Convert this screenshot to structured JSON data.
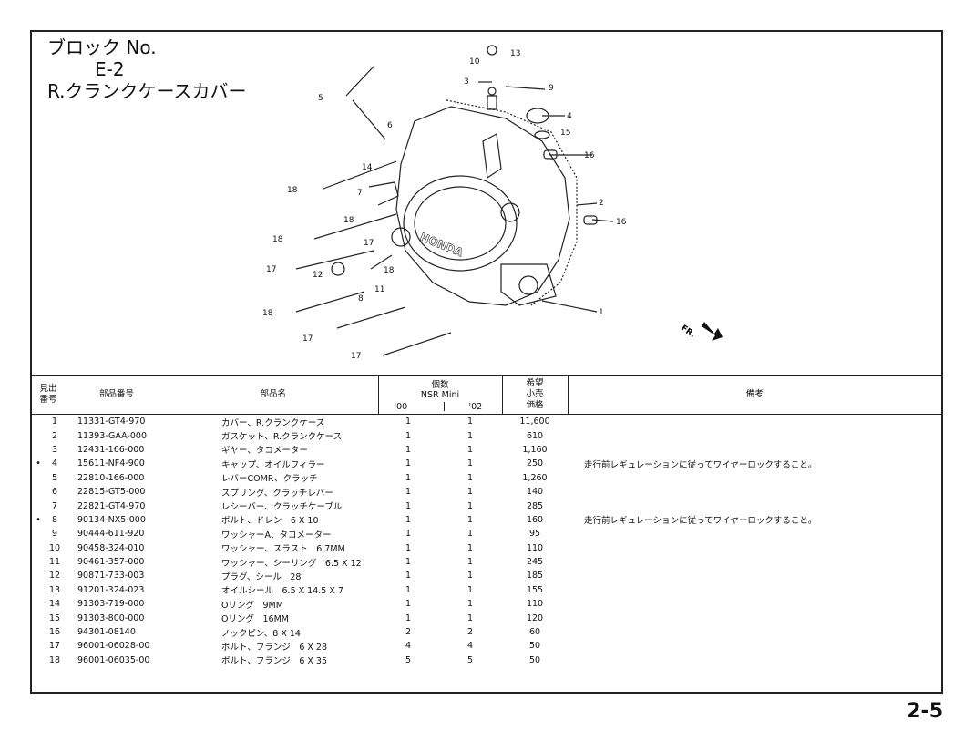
{
  "header": {
    "block_label": "ブロック No.",
    "block_code": "E-2",
    "block_name": "R.クランクケースカバー"
  },
  "diagram": {
    "callouts": [
      "1",
      "2",
      "3",
      "4",
      "5",
      "6",
      "7",
      "8",
      "9",
      "10",
      "11",
      "12",
      "13",
      "14",
      "15",
      "16",
      "16",
      "17",
      "17",
      "17",
      "17",
      "18",
      "18",
      "18",
      "18",
      "18"
    ],
    "brand_text": "HONDA",
    "front_marker": "FR."
  },
  "table": {
    "headers": {
      "ref_no": [
        "見出",
        "番号"
      ],
      "part_no": "部品番号",
      "part_name": "部品名",
      "qty": "個数",
      "model": "NSR Mini",
      "year_a": "'00",
      "year_b": "'02",
      "price": [
        "希望",
        "小売",
        "価格"
      ],
      "remarks": "備考"
    },
    "rows": [
      {
        "mark": "",
        "no": "1",
        "part": "11331-GT4-970",
        "name": "カバー、R.クランクケース",
        "q1": "1",
        "q2": "1",
        "price": "11,600",
        "remarks": ""
      },
      {
        "mark": "",
        "no": "2",
        "part": "11393-GAA-000",
        "name": "ガスケット、R.クランクケース",
        "q1": "1",
        "q2": "1",
        "price": "610",
        "remarks": ""
      },
      {
        "mark": "",
        "no": "3",
        "part": "12431-166-000",
        "name": "ギヤー、タコメーター",
        "q1": "1",
        "q2": "1",
        "price": "1,160",
        "remarks": ""
      },
      {
        "mark": "•",
        "no": "4",
        "part": "15611-NF4-900",
        "name": "キャップ、オイルフィラー",
        "q1": "1",
        "q2": "1",
        "price": "250",
        "remarks": "走行前レギュレーションに従ってワイヤーロックすること。"
      },
      {
        "mark": "",
        "no": "5",
        "part": "22810-166-000",
        "name": "レバーCOMP.、クラッチ",
        "q1": "1",
        "q2": "1",
        "price": "1,260",
        "remarks": ""
      },
      {
        "mark": "",
        "no": "6",
        "part": "22815-GT5-000",
        "name": "スプリング、クラッチレバー",
        "q1": "1",
        "q2": "1",
        "price": "140",
        "remarks": ""
      },
      {
        "mark": "",
        "no": "7",
        "part": "22821-GT4-970",
        "name": "レシーバー、クラッチケーブル",
        "q1": "1",
        "q2": "1",
        "price": "285",
        "remarks": ""
      },
      {
        "mark": "•",
        "no": "8",
        "part": "90134-NX5-000",
        "name": "ボルト、ドレン　6 X 10",
        "q1": "1",
        "q2": "1",
        "price": "160",
        "remarks": "走行前レギュレーションに従ってワイヤーロックすること。"
      },
      {
        "mark": "",
        "no": "9",
        "part": "90444-611-920",
        "name": "ワッシャーA、タコメーター",
        "q1": "1",
        "q2": "1",
        "price": "95",
        "remarks": ""
      },
      {
        "mark": "",
        "no": "10",
        "part": "90458-324-010",
        "name": "ワッシャー、スラスト　6.7MM",
        "q1": "1",
        "q2": "1",
        "price": "110",
        "remarks": ""
      },
      {
        "mark": "",
        "no": "11",
        "part": "90461-357-000",
        "name": "ワッシャー、シーリング　6.5 X 12",
        "q1": "1",
        "q2": "1",
        "price": "245",
        "remarks": ""
      },
      {
        "mark": "",
        "no": "12",
        "part": "90871-733-003",
        "name": "プラグ、シール　28",
        "q1": "1",
        "q2": "1",
        "price": "185",
        "remarks": ""
      },
      {
        "mark": "",
        "no": "13",
        "part": "91201-324-023",
        "name": "オイルシール　6.5 X 14.5 X 7",
        "q1": "1",
        "q2": "1",
        "price": "155",
        "remarks": ""
      },
      {
        "mark": "",
        "no": "14",
        "part": "91303-719-000",
        "name": "Oリング　9MM",
        "q1": "1",
        "q2": "1",
        "price": "110",
        "remarks": ""
      },
      {
        "mark": "",
        "no": "15",
        "part": "91303-800-000",
        "name": "Oリング　16MM",
        "q1": "1",
        "q2": "1",
        "price": "120",
        "remarks": ""
      },
      {
        "mark": "",
        "no": "16",
        "part": "94301-08140",
        "name": "ノックピン、8 X 14",
        "q1": "2",
        "q2": "2",
        "price": "60",
        "remarks": ""
      },
      {
        "mark": "",
        "no": "17",
        "part": "96001-06028-00",
        "name": "ボルト、フランジ　6 X 28",
        "q1": "4",
        "q2": "4",
        "price": "50",
        "remarks": ""
      },
      {
        "mark": "",
        "no": "18",
        "part": "96001-06035-00",
        "name": "ボルト、フランジ　6 X 35",
        "q1": "5",
        "q2": "5",
        "price": "50",
        "remarks": ""
      }
    ]
  },
  "footer": {
    "page_number": "2-5"
  }
}
